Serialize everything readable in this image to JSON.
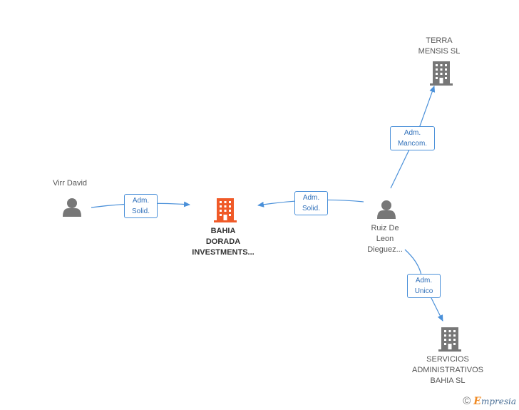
{
  "colors": {
    "edge": "#4a90d9",
    "person_icon": "#777777",
    "company_icon": "#777777",
    "main_company_icon": "#f05a28"
  },
  "nodes": {
    "virr_david": {
      "label": "Virr David",
      "icon": "person-icon"
    },
    "bahia_dorada": {
      "label": "BAHIA\nDORADA\nINVESTMENTS...",
      "icon": "building-icon"
    },
    "ruiz_de_leon": {
      "label": "Ruiz De\nLeon\nDieguez...",
      "icon": "person-icon"
    },
    "terra_mensis": {
      "label": "TERRA\nMENSIS  SL",
      "icon": "building-icon"
    },
    "servicios_admin": {
      "label": "SERVICIOS\nADMINISTRATIVOS\nBAHIA SL",
      "icon": "building-icon"
    }
  },
  "edges": {
    "virr_to_bahia": {
      "label": "Adm.\nSolid."
    },
    "ruiz_to_bahia": {
      "label": "Adm.\nSolid."
    },
    "ruiz_to_terra": {
      "label": "Adm.\nMancom."
    },
    "ruiz_to_servicios": {
      "label": "Adm.\nUnico"
    }
  },
  "footer": {
    "copyright": "©",
    "brand_first": "E",
    "brand_rest": "mpresia"
  }
}
